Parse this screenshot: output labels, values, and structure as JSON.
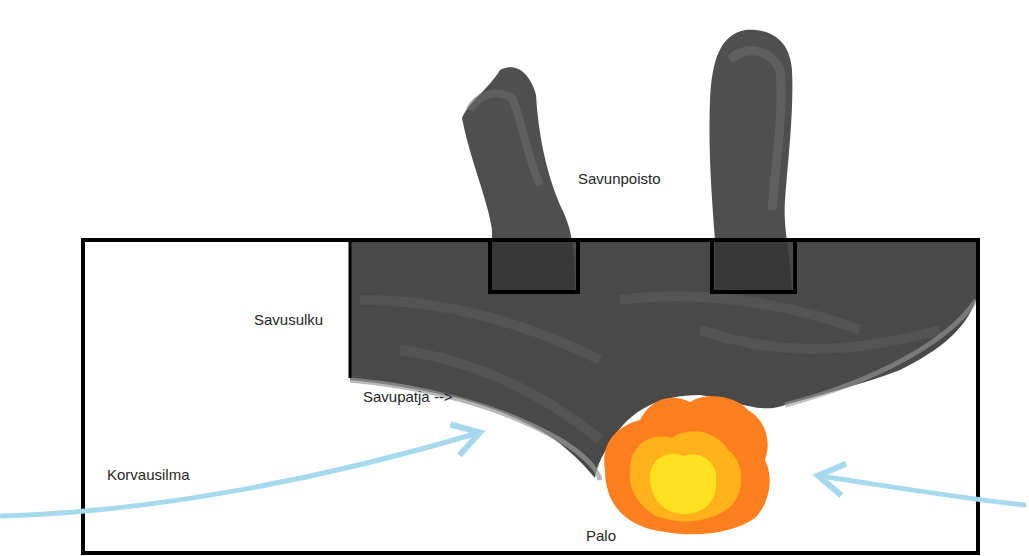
{
  "diagram": {
    "labels": [
      "Savunpoisto",
      "Savusulku",
      "Savupatja -->",
      "Korvausilma",
      "Palo"
    ]
  }
}
